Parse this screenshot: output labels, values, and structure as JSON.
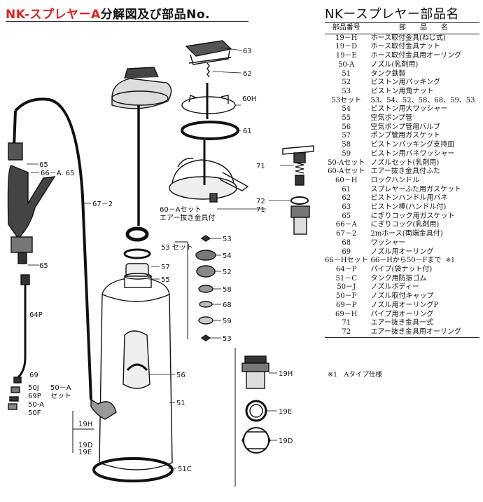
{
  "title": {
    "red": "NK-スプレヤーA",
    "black": "分解図及び部品No."
  },
  "parts_list": {
    "title": "NKースプレヤー部品名",
    "headers": {
      "no": "部品番号",
      "name": "部　　品　　名"
    },
    "rows": [
      {
        "no": "19－H",
        "name": "ホース取付金具(ねじ式)",
        "note": ""
      },
      {
        "no": "19－D",
        "name": "ホース取付金具ナット",
        "note": ""
      },
      {
        "no": "19－E",
        "name": "ホース取付金具用オーリング",
        "note": ""
      },
      {
        "no": "50-A",
        "name": "ノズル(乳剤用)",
        "note": ""
      },
      {
        "no": "51",
        "name": "タンク鉄製",
        "note": ""
      },
      {
        "no": "52",
        "name": "ピストン用パッキング",
        "note": ""
      },
      {
        "no": "53",
        "name": "ピストン用角ナット",
        "note": ""
      },
      {
        "no": "53セット",
        "name": "53、54、52、58、68、59、53",
        "note": ""
      },
      {
        "no": "54",
        "name": "ピストン用大ワッシャー",
        "note": ""
      },
      {
        "no": "55",
        "name": "空気ポンプ管",
        "note": ""
      },
      {
        "no": "56",
        "name": "空気ポンプ管用バルブ",
        "note": ""
      },
      {
        "no": "57",
        "name": "ポンプ管用ガスケット",
        "note": ""
      },
      {
        "no": "58",
        "name": "ピストンパッキング支持皿",
        "note": ""
      },
      {
        "no": "59",
        "name": "ピストン用バネワッシャー",
        "note": ""
      },
      {
        "no": "50-Aセット",
        "name": "ノズルセット(乳剤用)",
        "note": ""
      },
      {
        "no": "60-Aセット",
        "name": "エアー抜き金具付ふた",
        "note": ""
      },
      {
        "no": "60－H",
        "name": "ロックハンドル",
        "note": ""
      },
      {
        "no": "61",
        "name": "スプレヤーふた用ガスケット",
        "note": ""
      },
      {
        "no": "62",
        "name": "ピストンハンドル用バネ",
        "note": ""
      },
      {
        "no": "63",
        "name": "ピストン棒(ハンドル付)",
        "note": ""
      },
      {
        "no": "65",
        "name": "にぎりコック用ガスケット",
        "note": ""
      },
      {
        "no": "66－A",
        "name": "にぎりコック(乳剤用)",
        "note": ""
      },
      {
        "no": "67－2",
        "name": "2mホース(両端金具付)",
        "note": ""
      },
      {
        "no": "68",
        "name": "ワッシャー",
        "note": ""
      },
      {
        "no": "69",
        "name": "ノズル用オーリング",
        "note": ""
      },
      {
        "no": "66－Hセット",
        "name": "66－Hから50－Fまで",
        "note": "※1"
      },
      {
        "no": "64－P",
        "name": "パイプ(袋ナット付)",
        "note": ""
      },
      {
        "no": "51－C",
        "name": "タンク用防振ゴム",
        "note": ""
      },
      {
        "no": "50－J",
        "name": "ノズルボディー",
        "note": ""
      },
      {
        "no": "50－F",
        "name": "ノズル取付キャップ",
        "note": ""
      },
      {
        "no": "69－P",
        "name": "ノズル用オーリングP",
        "note": ""
      },
      {
        "no": "69－H",
        "name": "パイプ用オーリング",
        "note": ""
      },
      {
        "no": "71",
        "name": "エアー抜き金具一式",
        "note": ""
      },
      {
        "no": "72",
        "name": "エアー抜き金具用オーリング",
        "note": ""
      }
    ],
    "footnote": "※1　Aタイプ仕様"
  },
  "diagram_labels": {
    "l63": "63",
    "l62": "62",
    "l60H": "60H",
    "l61": "61",
    "l71a": "71",
    "l72": "72",
    "l71b": "71",
    "l60Aset": "60－Aセット",
    "l60Aset2": "エアー抜き金具付",
    "l65a": "65",
    "l66A65": "66－A. 65",
    "l67_2": "67－2",
    "l65b": "65",
    "l53set": "53 セット",
    "l57": "57",
    "l55": "55",
    "l53a": "53",
    "l54": "54",
    "l52": "52",
    "l58": "58",
    "l68": "68",
    "l59": "59",
    "l53b": "53",
    "l64P": "64P",
    "l69": "69",
    "l50J": "50J",
    "l69P": "69P",
    "l50A": "50-A",
    "l50F": "50F",
    "l50Aset1": "50－A",
    "l50Aset2": "セット",
    "l56": "56",
    "l51": "51",
    "l19H_a": "19H",
    "l19H_b": "19H",
    "l19D": "19D",
    "l19E": "19E",
    "l19E_r": "19E",
    "l19D_r": "19D",
    "l51C": "51C"
  }
}
